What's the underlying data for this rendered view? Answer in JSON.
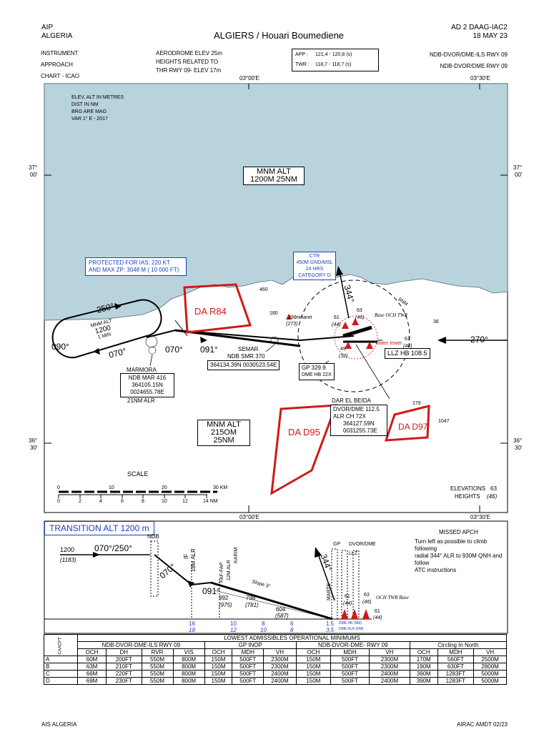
{
  "header": {
    "left_top": "AIP",
    "left_bottom": "ALGERIA",
    "title": "ALGIERS / Houari Boumediene",
    "right_top": "AD 2  DAAG-IAC2",
    "right_bottom": "18 MAY 23",
    "chart_type_lines": [
      "INSTRUMENT",
      "APPROACH",
      "CHART - ICAO"
    ],
    "elev_lines": [
      "AERODROME ELEV 25m",
      "HEIGHTS RELATED TO",
      "THR RWY 09- ELEV 17m"
    ],
    "app_label": "APP :",
    "app_freq": "121,4     - 120,8 (s)",
    "twr_label": "TWR :",
    "twr_freq": "118,7 - 118,7 (s)",
    "proc_1": "NDB-DVOR/DME-ILS RWY 09",
    "proc_2": "NDB-DVOR/DME RWY 09"
  },
  "plan": {
    "lon_left": "03°00'E",
    "lon_right": "03°30'E",
    "lat_north_left_1": "37°",
    "lat_north_left_2": "00'",
    "lat_north_right_1": "37°",
    "lat_north_right_2": "00'",
    "lat_south_left_1": "36°",
    "lat_south_left_2": "30'",
    "lat_south_right_1": "36°",
    "lat_south_right_2": "30'",
    "notes": [
      "ELEV, ALT IN METRES",
      "DIST IN NM",
      "BRG ARE MAG",
      "VAR 1° E - 2017"
    ],
    "mnm_alt_north_title": "MNM ALT",
    "mnm_alt_north_value": "1200M     25NM",
    "mnm_alt_south_title": "MNM ALT",
    "mnm_alt_south_value": "215OM    25NM",
    "protected_1": "PROTECTED FOR  IAS: 220  KT",
    "protected_2": "AND MAX ZP:  3048 M  (  10 000 FT)",
    "ctr_lines": [
      "CTR",
      "450M GND/MSL",
      "24 HRS",
      "CATEGORY D"
    ],
    "holding_inbound": "250°",
    "holding_outbound": "090°",
    "holding_entry": "070°",
    "holding_alt_lines": [
      "MNM ALT",
      "1200",
      "1 MIN"
    ],
    "track_070": "070°",
    "track_091": "091°",
    "track_270": "270°",
    "track_344": "344°",
    "dist_6nm": "6NM",
    "zone_r84": "DA R84",
    "zone_d95": "DA D95",
    "zone_d97": "DA D97",
    "semar_lines": [
      "SEMAR",
      "NDB SMR 370",
      "364134.39N 0030523.54E"
    ],
    "marmora_lines": [
      "MARMORA",
      "NDB MAR 416",
      "364105.15N",
      "0024655.78E",
      "21NM ALR"
    ],
    "dar_beida_lines": [
      "DAR EL BEIDA",
      "DVOR/DME 112.5",
      "ALR    CH 72X",
      "364127.59N",
      "0031255.73E"
    ],
    "gp_lines": [
      "GP 329.9",
      "DME HB 22X"
    ],
    "llz": "LLZ HB 108.5",
    "minaret": "minaret",
    "water_tower": "Water tower",
    "base_och": "Base OCH TWR",
    "spot_elevs": [
      "460",
      "180",
      "290",
      "(273)",
      "61",
      "(44)",
      "63",
      "(46)",
      "49",
      "(32)",
      "61",
      "(44)",
      "36",
      "179",
      "1047"
    ],
    "elev_legend_1": "ELEVATIONS",
    "elev_legend_1_val": "63",
    "elev_legend_2": "HEIGHTS",
    "elev_legend_2_val": "(46)",
    "scale_title": "SCALE",
    "scale_km_ticks": [
      "0",
      "10",
      "20",
      "30 KM"
    ],
    "scale_nm_ticks": [
      "0",
      "2",
      "4",
      "6",
      "8",
      "10",
      "12",
      "14 NM"
    ],
    "lon_bottom_left": "03°00'E",
    "lon_bottom_right": "03°30'E"
  },
  "profile": {
    "transition_alt": "TRANSITION ALT 1200 m",
    "missed_title": "MISSED APCH",
    "missed_lines": [
      "Turn left as possible to climb following",
      "radial 344° ALR to 930M QNH and follow",
      "ATC instructions"
    ],
    "alt_1200": "1200",
    "alt_1183": "(1183)",
    "tracks": "070°/250°",
    "ndb": "NDB",
    "if_label": "IF",
    "if_dist": "18M ALR",
    "faf_label": "FAF-FAP",
    "faf_dist": "12M ALR",
    "karim": "KARIM",
    "gp": "GP",
    "dvordme": "DVOR/DME",
    "llz": "LLZ",
    "marte": "MARTE",
    "slope": "Slope 3°",
    "track_070": "070°",
    "track_091": "091°",
    "track_344": "344°",
    "alt_992": "992",
    "alt_975": "(975)",
    "alt_798": "798",
    "alt_781": "(781)",
    "alt_604": "604",
    "alt_587": "(587)",
    "alt_7xx": "(?)",
    "och_base": "OCH TWR Base",
    "obs_61a": "61",
    "obs_44a": "(44)",
    "obs_63": "63",
    "obs_46": "(46)",
    "obs_61b": "61",
    "obs_44b": "(44)",
    "dist_dme": [
      "16",
      "10",
      "8",
      "6",
      "1.5"
    ],
    "dist_alr": [
      "18",
      "12",
      "10",
      "8",
      "3.5"
    ],
    "dme_hb_nm": "DME HB (NM)",
    "dme_alr_nm": "DME ALR (NM)"
  },
  "minima": {
    "title": "LOWEST ADMISSIBLES OPERATIONAL MINIMUMS",
    "cat_label": "CAACFT",
    "group_ils": "NDB-DVOR-DME-ILS RWY 09",
    "group_gpinop": "GP INOP",
    "group_vor": "NDB-DVOR-DME- RWY 09",
    "group_circling": "Circling In North",
    "cols_ils": [
      "OCH",
      "DH",
      "RVR",
      "VIS"
    ],
    "cols_gpinop": [
      "OCH",
      "MDH",
      "VH"
    ],
    "cols_vor": [
      "OCH",
      "MDH",
      "VH"
    ],
    "cols_circling": [
      "OCH",
      "MDH",
      "VH"
    ],
    "rows": [
      {
        "cat": "A",
        "v": [
          "60M",
          "200FT",
          "550M",
          "800M",
          "150M",
          "500FT",
          "2300M",
          "150M",
          "500FT",
          "2300M",
          "170M",
          "560FT",
          "2500M"
        ]
      },
      {
        "cat": "B",
        "v": [
          "63M",
          "210FT",
          "550M",
          "800M",
          "150M",
          "500FT",
          "2300M",
          "150M",
          "500FT",
          "2300M",
          "190M",
          "630FT",
          "2800M"
        ]
      },
      {
        "cat": "C",
        "v": [
          "66M",
          "220FT",
          "550M",
          "800M",
          "150M",
          "500FT",
          "2400M",
          "150M",
          "500FT",
          "2400M",
          "390M",
          "1283FT",
          "5000M"
        ]
      },
      {
        "cat": "D",
        "v": [
          "69M",
          "230FT",
          "550M",
          "800M",
          "150M",
          "500FT",
          "2400M",
          "150M",
          "500FT",
          "2400M",
          "390M",
          "1283FT",
          "5000M"
        ]
      }
    ]
  },
  "footer": {
    "left": "AIS ALGERIA",
    "right": "AIRAC AMDT 02/23"
  },
  "colors": {
    "sea": "#b9d3dd",
    "restricted": "#d01818",
    "blue_text": "#1a3fbf"
  }
}
